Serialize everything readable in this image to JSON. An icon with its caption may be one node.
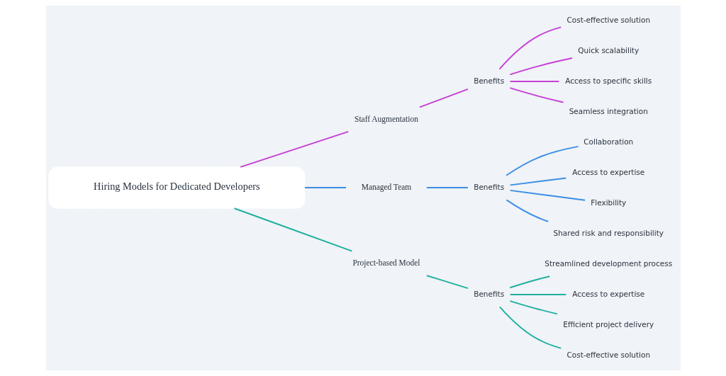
{
  "diagram": {
    "nodes": [
      {
        "text": [
          "Hiring Models for Dedicated Developers"
        ]
      },
      {
        "text": [
          "Staff Augmentation"
        ]
      },
      {
        "text": [
          "Benefits"
        ]
      },
      {
        "text": [
          "Cost-effective solution"
        ]
      },
      {
        "text": [
          "Quick scalability"
        ]
      },
      {
        "text": [
          "Access to specific skills"
        ]
      },
      {
        "text": [
          "Seamless integration"
        ]
      },
      {
        "text": [
          "Managed Team"
        ]
      },
      {
        "text": [
          "Benefits"
        ]
      },
      {
        "text": [
          "Collaboration"
        ]
      },
      {
        "text": [
          "Access to expertise"
        ]
      },
      {
        "text": [
          "Flexibility"
        ]
      },
      {
        "text": [
          "Shared risk and responsibility"
        ]
      },
      {
        "text": [
          "Project-based Model"
        ]
      },
      {
        "text": [
          "Benefits"
        ]
      },
      {
        "text": [
          "Streamlined development process"
        ]
      },
      {
        "text": [
          "Access to expertise"
        ]
      },
      {
        "text": [
          "Efficient project delivery"
        ]
      },
      {
        "text": [
          "Cost-effective solution"
        ]
      }
    ],
    "edges": [
      {
        "from": 0,
        "to": 1,
        "arrow": "none",
        "color": "#c73fd6"
      },
      {
        "from": 1,
        "to": 2,
        "arrow": "none",
        "color": "#c73fd6"
      },
      {
        "from": 2,
        "to": 3,
        "arrow": "none",
        "color": "#c73fd6"
      },
      {
        "from": 2,
        "to": 4,
        "arrow": "none",
        "color": "#c73fd6"
      },
      {
        "from": 2,
        "to": 5,
        "arrow": "none",
        "color": "#c73fd6"
      },
      {
        "from": 2,
        "to": 6,
        "arrow": "none",
        "color": "#c73fd6"
      },
      {
        "from": 0,
        "to": 7,
        "arrow": "none",
        "color": "#3a8ee6"
      },
      {
        "from": 7,
        "to": 8,
        "arrow": "none",
        "color": "#3a8ee6"
      },
      {
        "from": 8,
        "to": 9,
        "arrow": "none",
        "color": "#3a8ee6"
      },
      {
        "from": 8,
        "to": 10,
        "arrow": "none",
        "color": "#3a8ee6"
      },
      {
        "from": 8,
        "to": 11,
        "arrow": "none",
        "color": "#3a8ee6"
      },
      {
        "from": 8,
        "to": 12,
        "arrow": "none",
        "color": "#3a8ee6"
      },
      {
        "from": 0,
        "to": 13,
        "arrow": "none",
        "color": "#1fb0a0"
      },
      {
        "from": 13,
        "to": 14,
        "arrow": "none",
        "color": "#1fb0a0"
      },
      {
        "from": 14,
        "to": 15,
        "arrow": "none",
        "color": "#1fb0a0"
      },
      {
        "from": 14,
        "to": 16,
        "arrow": "none",
        "color": "#1fb0a0"
      },
      {
        "from": 14,
        "to": 17,
        "arrow": "none",
        "color": "#1fb0a0"
      },
      {
        "from": 14,
        "to": 18,
        "arrow": "none",
        "color": "#1fb0a0"
      }
    ]
  }
}
